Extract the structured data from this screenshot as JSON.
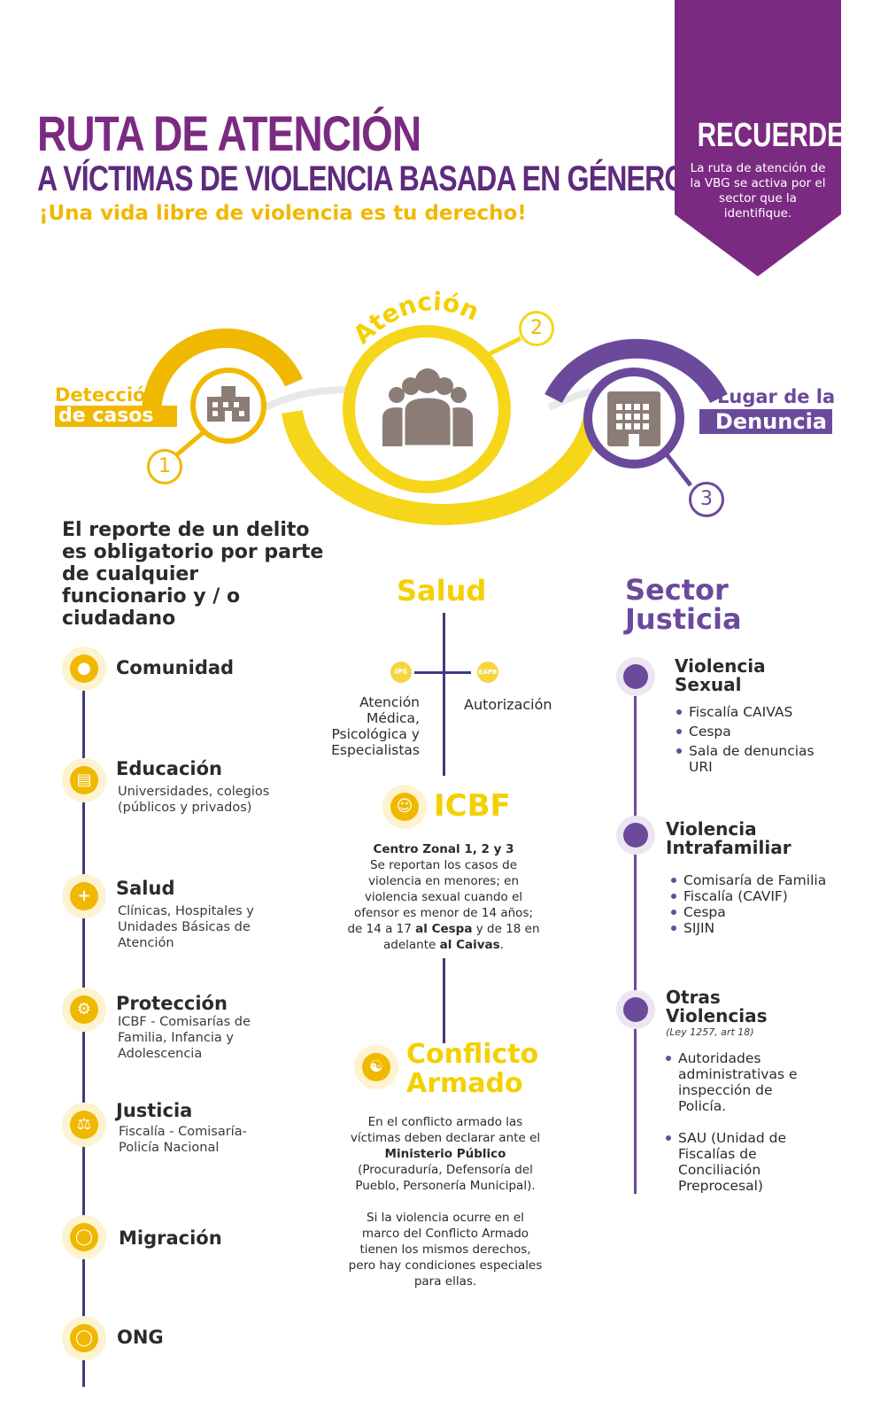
{
  "header": {
    "title_line1": "RUTA DE ATENCIÓN",
    "title_line2": "A VÍCTIMAS DE VIOLENCIA BASADA EN GÉNERO",
    "slogan": "¡Una vida libre de violencia es tu derecho!"
  },
  "recuerde": {
    "title": "RECUERDE!",
    "text": "La ruta de atención de la VBG se activa por el sector que la identifique.",
    "color": "#7b2a82"
  },
  "steps": [
    {
      "number": "1",
      "label_line1": "Detección",
      "label_line2": "de casos",
      "icon": "school-building-icon",
      "color": "#f0b800"
    },
    {
      "number": "2",
      "label": "Atención",
      "icon": "people-group-icon",
      "color": "#f4d000"
    },
    {
      "number": "3",
      "label_line1": "Lugar de la",
      "label_line2": "Denuncia",
      "icon": "office-building-icon",
      "color": "#6b4a9c"
    }
  ],
  "report_text": "El reporte de un delito es obligatorio por parte de cualquier funcionario y / o ciudadano",
  "left_items": [
    {
      "title": "Comunidad",
      "desc": "",
      "icon": "community-icon"
    },
    {
      "title": "Educación",
      "desc": "Universidades, colegios (públicos y privados)",
      "icon": "document-icon"
    },
    {
      "title": "Salud",
      "desc": "Clínicas, Hospitales y Unidades Básicas de Atención",
      "icon": "plus-icon"
    },
    {
      "title": "Protección",
      "desc": "ICBF - Comisarías de Familia, Infancia y Adolescencia",
      "icon": "protection-icon"
    },
    {
      "title": "Justicia",
      "desc": "Fiscalía - Comisaría- Policía Nacional",
      "icon": "gavel-icon"
    },
    {
      "title": "Migración",
      "desc": "",
      "icon": "shield-icon"
    },
    {
      "title": "ONG",
      "desc": "",
      "icon": "shield-icon"
    }
  ],
  "middle": {
    "salud_title": "Salud",
    "ips": "IPS",
    "eapb": "EAPB",
    "atencion": "Atención Médica, Psicológica y Especialistas",
    "autorizacion": "Autorización",
    "icbf_title": "ICBF",
    "icbf_bold": "Centro Zonal 1, 2 y 3",
    "icbf_p1": "Se reportan los casos de violencia en menores; en violencia sexual cuando el ofensor es menor de 14 años; de 14 a 17",
    "icbf_b2": "al Cespa",
    "icbf_p2": "y de 18 en adelante",
    "icbf_b3": "al Caivas",
    "icbf_p3": ".",
    "conflicto_line1": "Conflicto",
    "conflicto_line2": "Armado",
    "conf_p1": "En el conflicto armado las víctimas deben declarar ante el",
    "conf_b1": "Ministerio Público",
    "conf_p2": "(Procuraduría, Defensoría del Pueblo, Personería Municipal).",
    "conf_p3": "Si la violencia ocurre en el marco del Conflicto Armado tienen los mismos derechos, pero hay condiciones especiales para ellas."
  },
  "right": {
    "sector_line1": "Sector",
    "sector_line2": "Justicia",
    "groups": [
      {
        "title_line1": "Violencia",
        "title_line2": "Sexual",
        "note": "",
        "items": [
          "Fiscalía CAIVAS",
          "Cespa",
          "Sala de denuncias URI"
        ]
      },
      {
        "title_line1": "Violencia",
        "title_line2": "Intrafamiliar",
        "note": "",
        "items": [
          "Comisaría de Familia",
          "Fiscalía (CAVIF)",
          "Cespa",
          "SIJIN"
        ]
      },
      {
        "title_line1": "Otras",
        "title_line2": "Violencias",
        "note": "(Ley 1257, art 18)",
        "items": [
          "Autoridades administrativas e inspección de Policía.",
          "SAU (Unidad de Fiscalías de Conciliación Preprocesal)"
        ]
      }
    ]
  }
}
